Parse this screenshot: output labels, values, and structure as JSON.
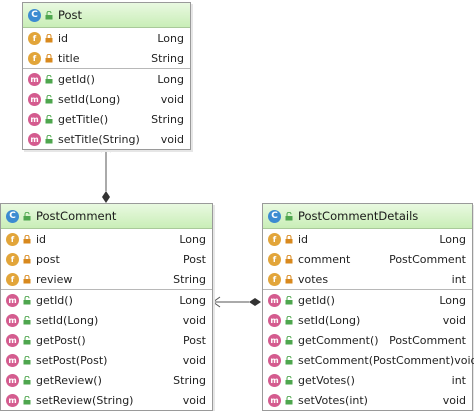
{
  "classes": [
    {
      "name": "Post",
      "fields": [
        {
          "name": "id",
          "type": "Long"
        },
        {
          "name": "title",
          "type": "String"
        }
      ],
      "methods": [
        {
          "name": "getId()",
          "type": "Long"
        },
        {
          "name": "setId(Long)",
          "type": "void"
        },
        {
          "name": "getTitle()",
          "type": "String"
        },
        {
          "name": "setTitle(String)",
          "type": "void"
        }
      ]
    },
    {
      "name": "PostComment",
      "fields": [
        {
          "name": "id",
          "type": "Long"
        },
        {
          "name": "post",
          "type": "Post"
        },
        {
          "name": "review",
          "type": "String"
        }
      ],
      "methods": [
        {
          "name": "getId()",
          "type": "Long"
        },
        {
          "name": "setId(Long)",
          "type": "void"
        },
        {
          "name": "getPost()",
          "type": "Post"
        },
        {
          "name": "setPost(Post)",
          "type": "void"
        },
        {
          "name": "getReview()",
          "type": "String"
        },
        {
          "name": "setReview(String)",
          "type": "void"
        }
      ]
    },
    {
      "name": "PostCommentDetails",
      "fields": [
        {
          "name": "id",
          "type": "Long"
        },
        {
          "name": "comment",
          "type": "PostComment"
        },
        {
          "name": "votes",
          "type": "int"
        }
      ],
      "methods": [
        {
          "name": "getId()",
          "type": "Long"
        },
        {
          "name": "setId(Long)",
          "type": "void"
        },
        {
          "name": "getComment()",
          "type": "PostComment"
        },
        {
          "name": "setComment(PostComment)",
          "type": "void"
        },
        {
          "name": "getVotes()",
          "type": "int"
        },
        {
          "name": "setVotes(int)",
          "type": "void"
        }
      ]
    }
  ],
  "icons": {
    "class_badge": "C",
    "field_badge": "f",
    "method_badge": "m",
    "field_visibility": "lock-icon",
    "method_visibility": "unlock-icon"
  },
  "colors": {
    "header": "#c9eeb7",
    "field_badge": "#e2a53a",
    "method_badge": "#d45c8f",
    "class_badge": "#3b8bd1",
    "private_lock": "#d8891e",
    "public_lock": "#4ea64e"
  }
}
